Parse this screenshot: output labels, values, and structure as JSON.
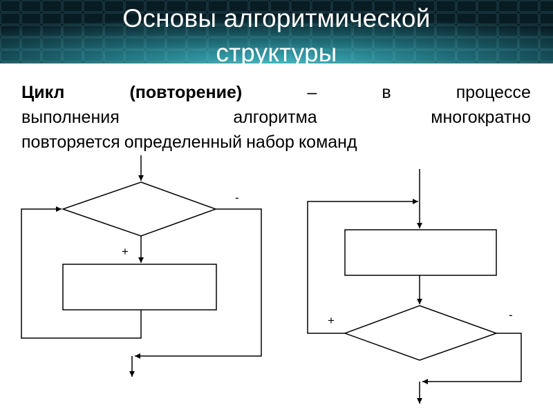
{
  "slide": {
    "title_line1": "Основы алгоритмической",
    "title_line2": "структуры"
  },
  "definition": {
    "line1": [
      "Цикл",
      "(повторение)",
      "–",
      "в",
      "процессе"
    ],
    "line2": [
      "выполнения",
      "алгоритма",
      "многократно"
    ],
    "line3": [
      "повторяется",
      "определенный",
      "набор",
      "команд"
    ]
  },
  "flowchart_left": {
    "plus_label": "+",
    "minus_label": "-"
  },
  "flowchart_right": {
    "plus_label": "+",
    "minus_label": "-"
  },
  "colors": {
    "header_dark": "#0a2530",
    "header_teal": "#2a8e9a",
    "line": "#000000"
  }
}
